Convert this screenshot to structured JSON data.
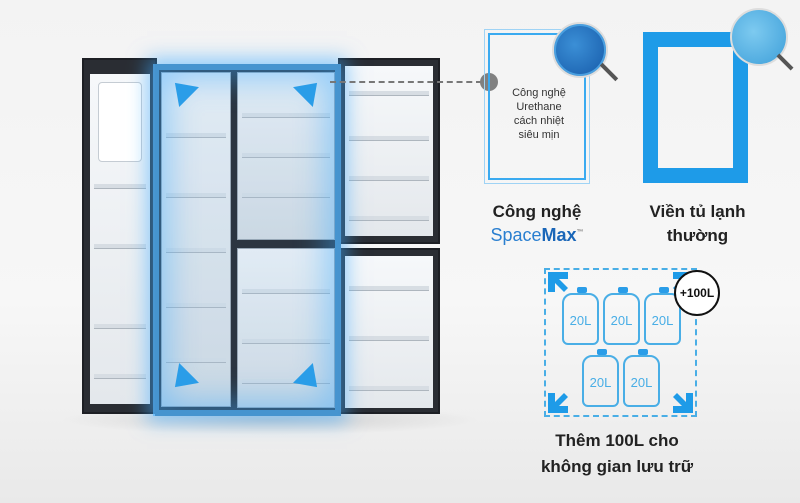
{
  "spacemax": {
    "callout": [
      "Công nghệ",
      "Urethane",
      "cách nhiệt",
      "siêu mịn"
    ],
    "title": "Công nghệ",
    "brand_prefix": "Space",
    "brand_suffix": "Max",
    "tm": "™"
  },
  "regular": {
    "title_line1": "Viền tủ lạnh",
    "title_line2": "thường"
  },
  "capacity": {
    "badge": "+100L",
    "bottles": [
      "20L",
      "20L",
      "20L",
      "20L",
      "20L"
    ],
    "title_line1": "Thêm 100L cho",
    "title_line2": "không gian lưu trữ"
  },
  "colors": {
    "accent": "#1e9be8"
  }
}
